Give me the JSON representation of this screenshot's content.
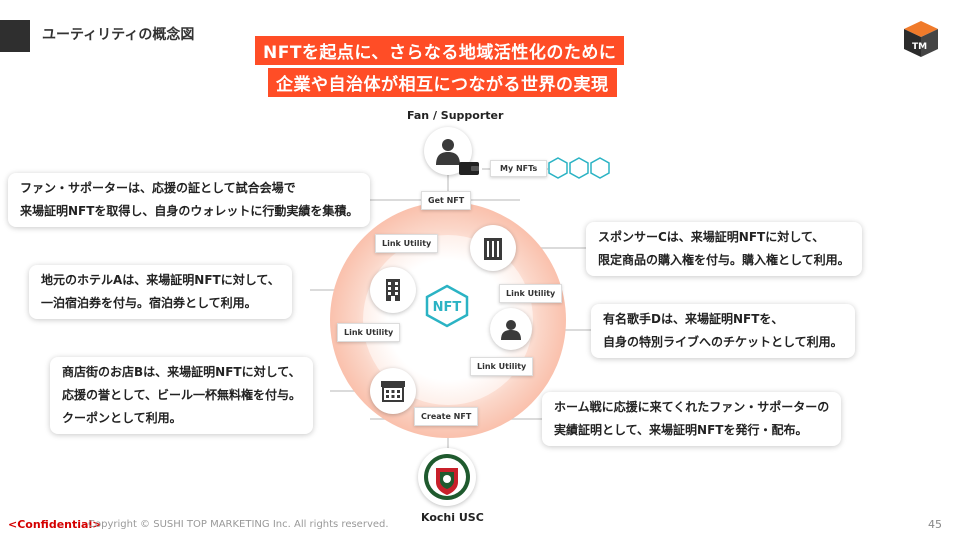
{
  "header": {
    "title": "ユーティリティの概念図"
  },
  "headline": {
    "line1": "NFTを起点に、さらなる地域活性化のために",
    "line2": "企業や自治体が相互につながる世界の実現"
  },
  "nodes": {
    "fan_label": "Fan / Supporter",
    "club_label": "Kochi USC",
    "my_nfts": "My NFTs"
  },
  "tags": {
    "get_nft": "Get NFT",
    "create_nft": "Create NFT",
    "link_utility": "Link Utility"
  },
  "callouts": {
    "fan": [
      "ファン・サポーターは、応援の証として試合会場で",
      "来場証明NFTを取得し、自身のウォレットに行動実績を集積。"
    ],
    "sponsor_c": [
      "スポンサーCは、来場証明NFTに対して、",
      "限定商品の購入権を付与。購入権として利用。"
    ],
    "hotel_a": [
      "地元のホテルAは、来場証明NFTに対して、",
      "一泊宿泊券を付与。宿泊券として利用。"
    ],
    "singer_d": [
      "有名歌手Dは、来場証明NFTを、",
      "自身の特別ライブへのチケットとして利用。"
    ],
    "shop_b": [
      "商店街のお店Bは、来場証明NFTに対して、",
      "応援の誉として、ビール一杯無料権を付与。",
      "クーポンとして利用。"
    ],
    "club": [
      "ホーム戦に応援に来てくれたファン・サポーターの",
      "実績証明として、来場証明NFTを発行・配布。"
    ]
  },
  "center": {
    "text": "NFT"
  },
  "colors": {
    "accent": "#ff4d26",
    "nft_teal": "#2bb3c4"
  },
  "footer": {
    "confidential": "<Confidential>",
    "copyright": "Copyright ©  SUSHI TOP MARKETING Inc. All rights reserved.",
    "page": "45"
  }
}
